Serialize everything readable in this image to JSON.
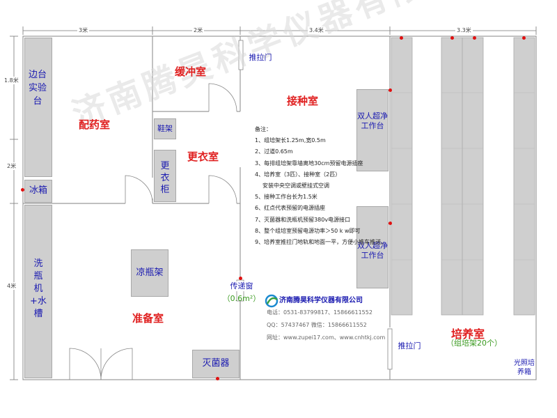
{
  "dimensions": {
    "top": [
      "3米",
      "2米",
      "3.4米",
      "3.3米"
    ],
    "left": [
      "1.8米",
      "2米",
      "4米"
    ]
  },
  "rooms": {
    "pharmacy": "配药室",
    "buffer": "缓冲室",
    "inoculation": "接种室",
    "changing": "更衣室",
    "prep": "准备室",
    "culture": "培养室",
    "culture_sub": "（组培架20个）"
  },
  "equipment": {
    "bench": "边台实验台",
    "fridge": "冰箱",
    "washer": "洗瓶机+水槽",
    "shoe_rack": "鞋架",
    "wardrobe": "更衣柜",
    "drying_rack": "凉瓶架",
    "sterilizer": "灭菌器",
    "clean_bench_1": "双人超净工作台",
    "clean_bench_2": "双人超净工作台",
    "light_culture": "光照培养箱",
    "sliding_door_1": "推拉门",
    "sliding_door_2": "推拉门",
    "pass_box": "传递窗",
    "pass_box_size": "（0.6m²）"
  },
  "notes": {
    "title": "备注：",
    "items": [
      "1、组培架长1.25m,宽0.5m",
      "2、过道0.65m",
      "3、每排组培架靠墙离地30cm预留电源插座",
      "4、培养室（3匹）、接种室（2匹）",
      "安装中央空调或壁挂式空调",
      "5、接种工作台长为1.5米",
      "6、红点代表预留的电源插座",
      "7、灭菌器和洗瓶机预留380v电源接口",
      "8、整个组培室预留电源功率＞50 k w即可",
      "9、培养室推拉门地轨和地面一平，方便小推车推送。"
    ]
  },
  "company": {
    "name": "济南腾昊科学仪器有限公司",
    "phone": "电话：0531-83799817、15866611552",
    "qq": "QQ：57437467    微信：15866611552",
    "web": "网址：www.zupei17.com、www.cnhtkj.com"
  },
  "watermark": "济南腾昊科学仪器有限公司",
  "colors": {
    "wall": "#9a9a9a",
    "equipment": "#cfcfcf",
    "room_label": "#e02020",
    "equipment_label": "#1a1ab0",
    "power_dot": "#e01010"
  }
}
